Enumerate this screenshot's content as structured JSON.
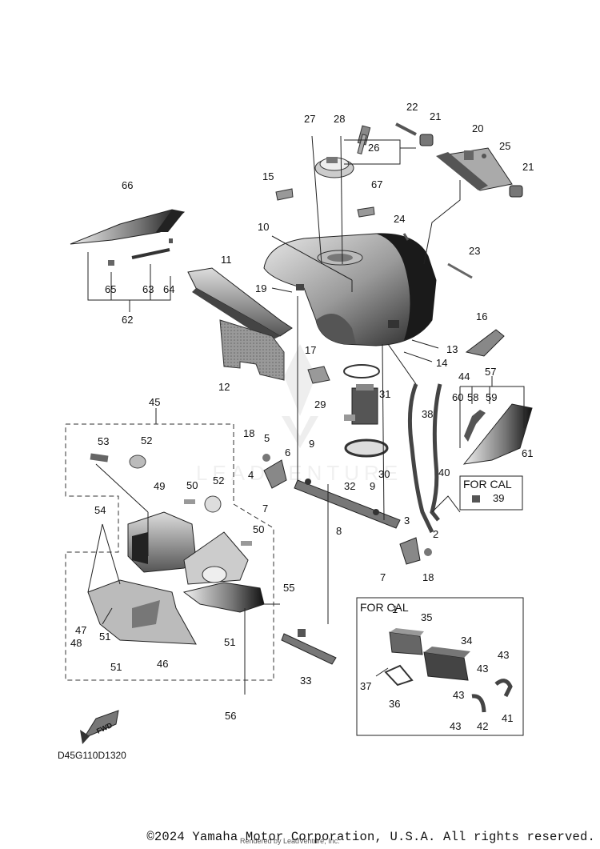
{
  "diagram_code": "D45G110D1320",
  "copyright": "©2024 Yamaha Motor Corporation, U.S.A. All rights reserved.",
  "rendered_by": "Rendered by LeadVenture, Inc.",
  "watermark": "LEADVENTURE",
  "for_cal_label_1": "FOR CAL",
  "for_cal_label_2": "FOR CAL",
  "fwd_label": "FWD",
  "callouts": [
    "1",
    "2",
    "3",
    "4",
    "5",
    "6",
    "7",
    "7",
    "8",
    "9",
    "9",
    "10",
    "11",
    "12",
    "13",
    "14",
    "15",
    "16",
    "17",
    "18",
    "18",
    "19",
    "20",
    "21",
    "21",
    "22",
    "23",
    "24",
    "25",
    "26",
    "27",
    "28",
    "29",
    "30",
    "31",
    "32",
    "33",
    "34",
    "35",
    "36",
    "37",
    "38",
    "39",
    "40",
    "41",
    "42",
    "43",
    "43",
    "43",
    "43",
    "44",
    "45",
    "46",
    "47",
    "48",
    "49",
    "50",
    "50",
    "51",
    "51",
    "51",
    "52",
    "52",
    "53",
    "54",
    "55",
    "56",
    "57",
    "58",
    "59",
    "60",
    "61",
    "62",
    "63",
    "64",
    "65",
    "66",
    "67"
  ]
}
